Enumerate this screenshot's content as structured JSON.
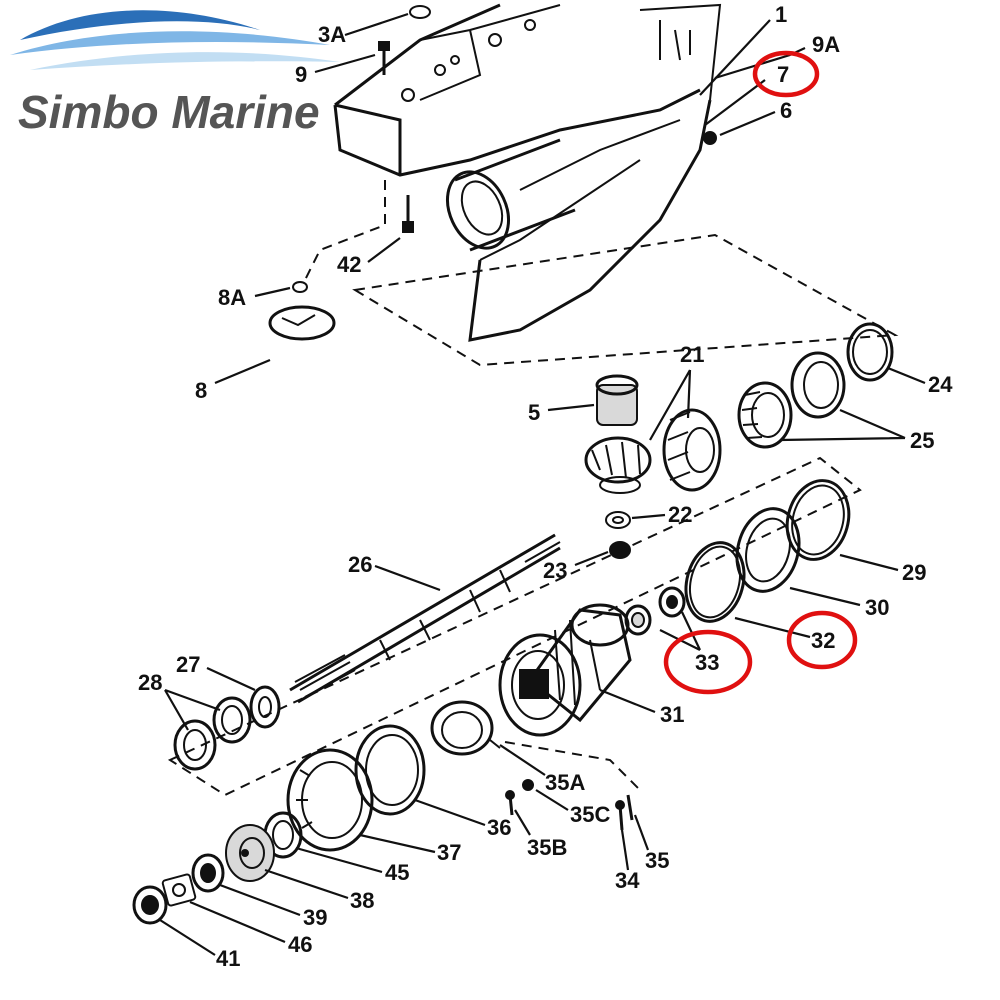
{
  "brand": {
    "name": "Simbo Marine",
    "wave_colors": [
      "#2b6fb8",
      "#7fb6e6",
      "#c2def3"
    ]
  },
  "highlight_color": "#e01010",
  "labels": {
    "l1": "1",
    "l3A": "3A",
    "l9A": "9A",
    "l7": "7",
    "l9": "9",
    "l6": "6",
    "l42": "42",
    "l8A": "8A",
    "l8": "8",
    "l21": "21",
    "l5": "5",
    "l24": "24",
    "l25": "25",
    "l22": "22",
    "l23": "23",
    "l26": "26",
    "l29": "29",
    "l30": "30",
    "l32": "32",
    "l33": "33",
    "l27": "27",
    "l28": "28",
    "l31": "31",
    "l35A": "35A",
    "l35C": "35C",
    "l36": "36",
    "l35B": "35B",
    "l35": "35",
    "l37": "37",
    "l45": "45",
    "l34": "34",
    "l38": "38",
    "l39": "39",
    "l46": "46",
    "l41": "41"
  },
  "highlighted_parts": [
    "7",
    "32",
    "33"
  ]
}
